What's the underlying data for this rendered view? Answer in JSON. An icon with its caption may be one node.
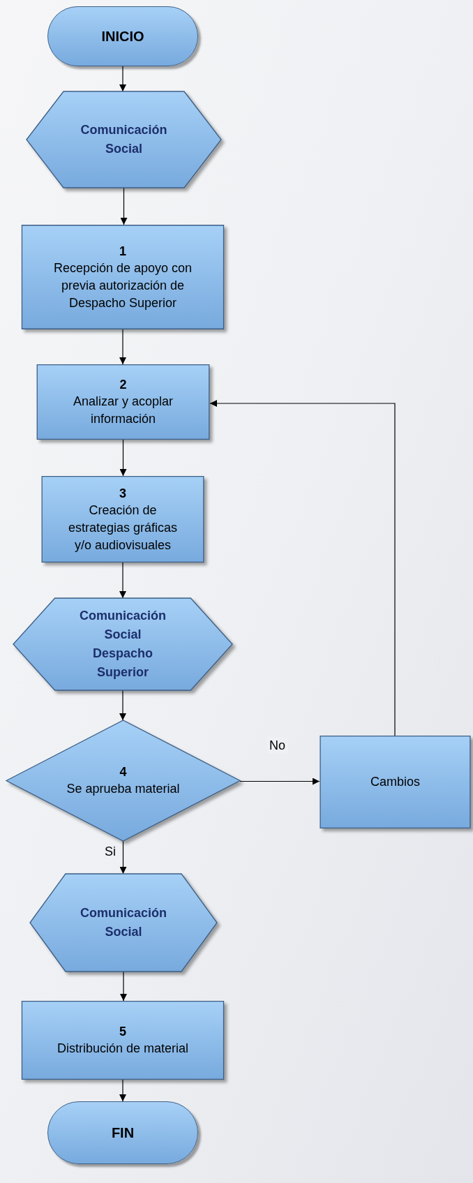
{
  "diagram": {
    "nodes": [
      {
        "text": [
          "INICIO"
        ]
      },
      {
        "text": [
          "Comunicación Social"
        ]
      },
      {
        "text": [
          "1",
          "Recepción de apoyo con previa autorización de Despacho Superior"
        ]
      },
      {
        "text": [
          "2",
          "Analizar y acoplar información"
        ]
      },
      {
        "text": [
          "3",
          "Creación de estrategias gráficas y/o audiovisuales"
        ]
      },
      {
        "text": [
          "Comunicación Social",
          "Despacho Superior"
        ]
      },
      {
        "text": [
          "4",
          "Se aprueba material"
        ]
      },
      {
        "text": [
          "Cambios"
        ]
      },
      {
        "text": [
          "Comunicación Social"
        ]
      },
      {
        "text": [
          "5",
          "Distribución de material"
        ]
      },
      {
        "text": [
          "FIN"
        ]
      }
    ],
    "edges": [
      {
        "from": 0,
        "to": 1,
        "arrow": "to"
      },
      {
        "from": 1,
        "to": 2,
        "arrow": "to"
      },
      {
        "from": 2,
        "to": 3,
        "arrow": "to"
      },
      {
        "from": 3,
        "to": 4,
        "arrow": "to"
      },
      {
        "from": 4,
        "to": 5,
        "arrow": "to"
      },
      {
        "from": 5,
        "to": 6,
        "arrow": "to"
      },
      {
        "from": 6,
        "to": 7,
        "arrow": "to",
        "label": "No"
      },
      {
        "from": 7,
        "to": 3,
        "arrow": "to"
      },
      {
        "from": 6,
        "to": 8,
        "arrow": "to",
        "label": "Si"
      },
      {
        "from": 8,
        "to": 9,
        "arrow": "to"
      },
      {
        "from": 9,
        "to": 10,
        "arrow": "to"
      }
    ]
  }
}
